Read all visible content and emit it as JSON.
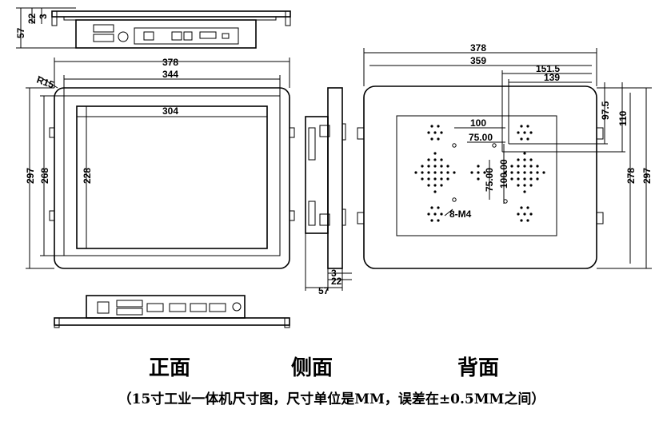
{
  "top_view": {
    "dims": {
      "height": "57",
      "d1": "22",
      "d2": "3"
    }
  },
  "front_view": {
    "dims": {
      "outer_width": "378",
      "bezel_width": "344",
      "display_width": "304",
      "outer_height": "297",
      "bezel_height": "268",
      "display_height": "228",
      "corner_radius": "R15"
    }
  },
  "side_view": {
    "dims": {
      "d1": "3",
      "d2": "22",
      "d3": "57"
    }
  },
  "back_view": {
    "dims": {
      "outer_width": "378",
      "w359": "359",
      "w151_5": "151.5",
      "w139": "139",
      "h97_5": "97.5",
      "h110": "110",
      "outer_height": "297",
      "h278": "278",
      "vesa100h": "100",
      "vesa75h": "75.00",
      "vesa75v": "75.00",
      "vesa100v": "100.00",
      "screw": "8-M4"
    }
  },
  "labels": {
    "front": "正面",
    "side": "侧面",
    "back": "背面"
  },
  "note": "（15寸工业一体机尺寸图，尺寸单位是MM，误差在±0.5MM之间）"
}
